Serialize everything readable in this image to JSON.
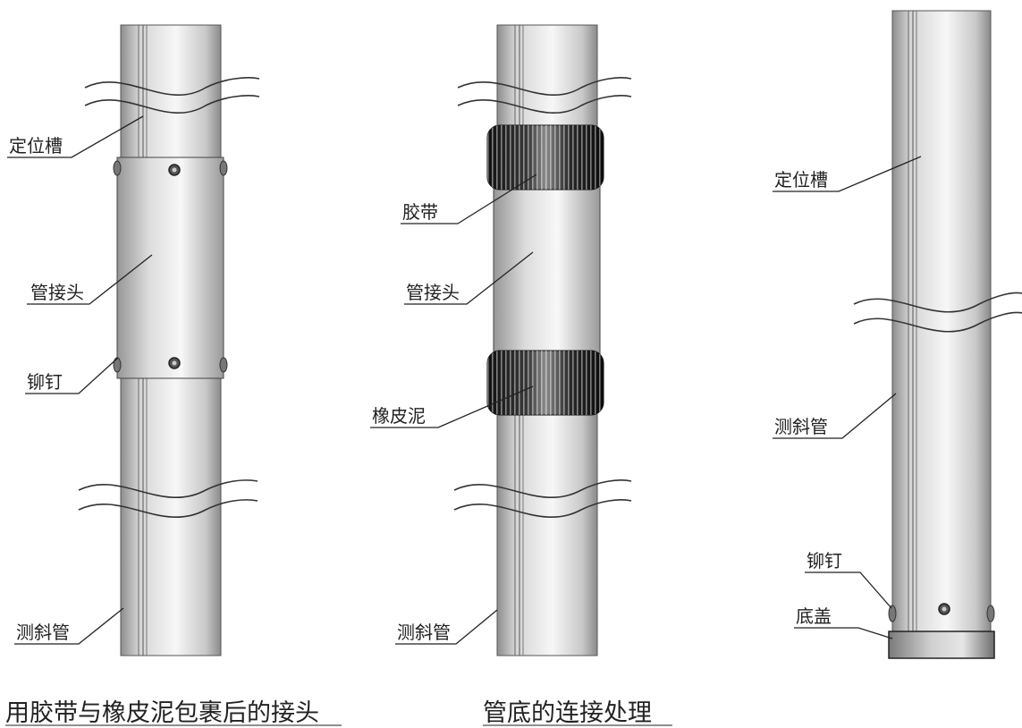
{
  "labels": {
    "locating_groove_1": "定位槽",
    "pipe_joint_1": "管接头",
    "rivet_1": "铆钉",
    "inclinometer_pipe_1": "测斜管",
    "tape": "胶带",
    "pipe_joint_2": "管接头",
    "putty": "橡皮泥",
    "inclinometer_pipe_2": "测斜管",
    "locating_groove_3": "定位槽",
    "inclinometer_pipe_3": "测斜管",
    "rivet_3": "铆钉",
    "bottom_cap": "底盖"
  },
  "captions": {
    "left": "用胶带与橡皮泥包裹后的接头",
    "right": "管底的连接处理"
  }
}
